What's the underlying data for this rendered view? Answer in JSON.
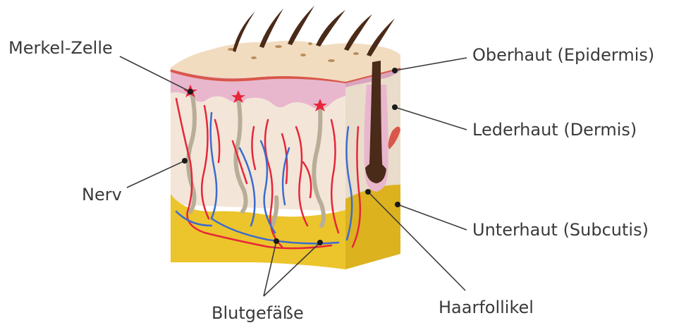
{
  "labels": {
    "merkel": "Merkel-Zelle",
    "epidermis": "Oberhaut (Epidermis)",
    "dermis": "Lederhaut (Dermis)",
    "nerve": "Nerv",
    "subcutis": "Unterhaut (Subcutis)",
    "hair_follicle": "Haarfollikel",
    "blood_vessels": "Blutgefäße"
  },
  "colors": {
    "epidermis": "#f2dcc0",
    "epidermis_line": "#d9574a",
    "papillary_layer": "#e9b7cd",
    "dermis": "#f3e6d8",
    "subcutis": "#ecc42c",
    "hair": "#4a2a18",
    "artery": "#e6263a",
    "vein": "#3b6bd1",
    "nerve": "#b8ae98"
  }
}
